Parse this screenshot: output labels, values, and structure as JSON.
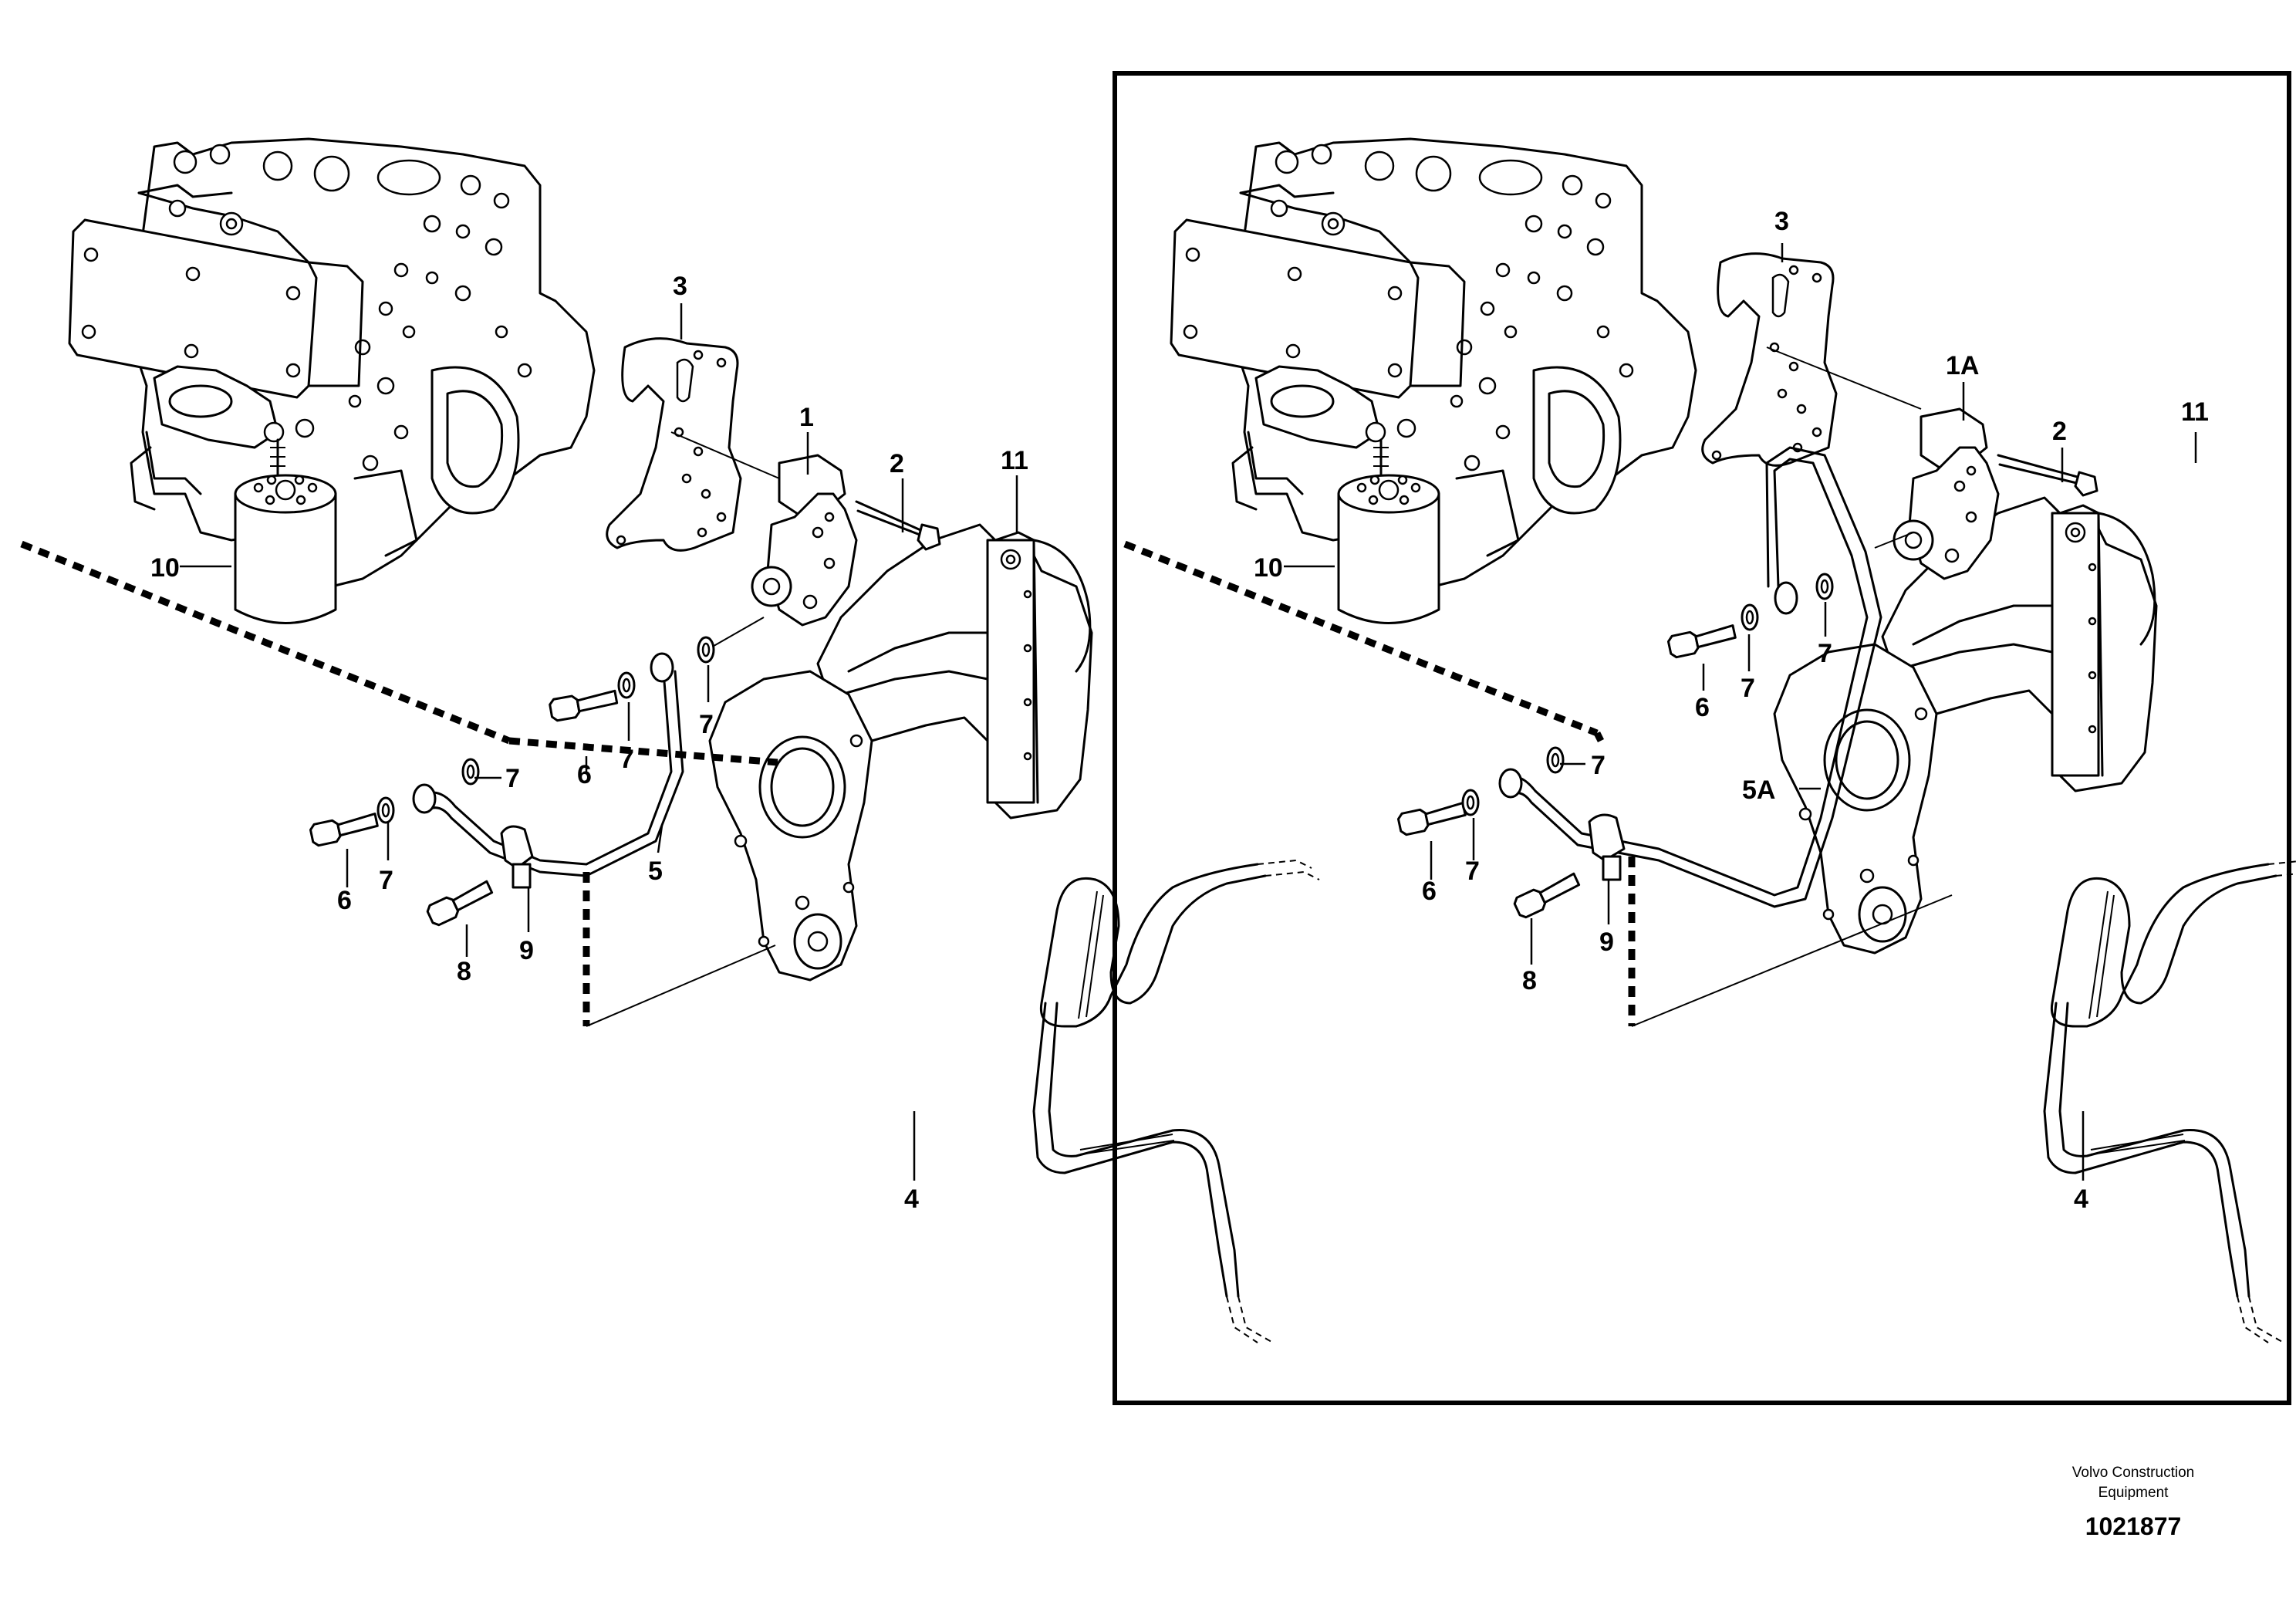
{
  "callouts_left": {
    "c1": "1",
    "c2": "2",
    "c3": "3",
    "c4": "4",
    "c5": "5",
    "c6a": "6",
    "c6b": "6",
    "c7a": "7",
    "c7b": "7",
    "c7c": "7",
    "c7d": "7",
    "c8": "8",
    "c9": "9",
    "c10": "10",
    "c11": "11"
  },
  "callouts_right": {
    "c1A": "1A",
    "c2": "2",
    "c3": "3",
    "c4": "4",
    "c5A": "5A",
    "c6a": "6",
    "c6b": "6",
    "c7a": "7",
    "c7b": "7",
    "c7c": "7",
    "c7d": "7",
    "c8": "8",
    "c9": "9",
    "c10": "10",
    "c11": "11"
  },
  "footer": {
    "company_line1": "Volvo Construction",
    "company_line2": "Equipment",
    "drawing_number": "1021877"
  }
}
